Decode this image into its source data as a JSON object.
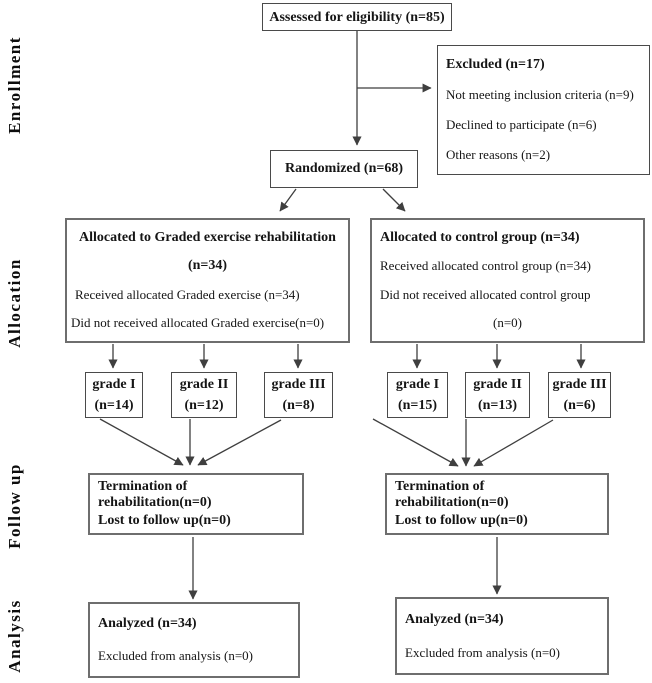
{
  "stages": [
    "Enrollment",
    "Allocation",
    "Follow up",
    "Analysis"
  ],
  "flow": {
    "assessed": "Assessed for eligibility (n=85)",
    "excluded": {
      "title": "Excluded (n=17)",
      "reasons": [
        "Not meeting inclusion criteria (n=9)",
        "Declined to participate (n=6)",
        "Other reasons (n=2)"
      ]
    },
    "randomized": "Randomized (n=68)",
    "intervention": {
      "title": "Allocated to Graded exercise rehabilitation",
      "n": "(n=34)",
      "received": "Received allocated Graded exercise (n=34)",
      "not_received": "Did not received allocated Graded exercise(n=0)",
      "grades": [
        {
          "label": "grade I",
          "n": "(n=14)"
        },
        {
          "label": "grade II",
          "n": "(n=12)"
        },
        {
          "label": "grade III",
          "n": "(n=8)"
        }
      ],
      "followup": {
        "termination": "Termination of rehabilitation(n=0)",
        "lost": "Lost to follow up(n=0)"
      },
      "analysis": {
        "analyzed": "Analyzed (n=34)",
        "excluded": "Excluded from analysis (n=0)"
      }
    },
    "control": {
      "title": "Allocated to control group (n=34)",
      "received": "Received allocated control group (n=34)",
      "not_received": "Did not received allocated control group",
      "not_received_n": "(n=0)",
      "grades": [
        {
          "label": "grade I",
          "n": "(n=15)"
        },
        {
          "label": "grade II",
          "n": "(n=13)"
        },
        {
          "label": "grade III",
          "n": "(n=6)"
        }
      ],
      "followup": {
        "termination": "Termination of rehabilitation(n=0)",
        "lost": "Lost to follow up(n=0)"
      },
      "analysis": {
        "analyzed": "Analyzed (n=34)",
        "excluded": "Excluded from analysis (n=0)"
      }
    }
  },
  "colors": {
    "arrow": "#3f3f3f",
    "border": "#6e6e6e",
    "text": "#151515"
  }
}
